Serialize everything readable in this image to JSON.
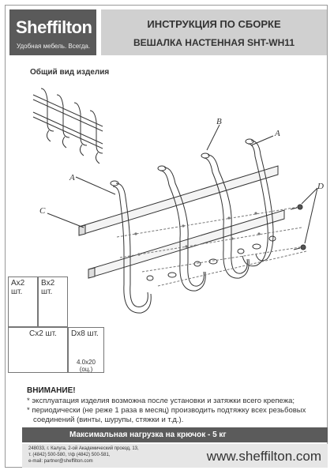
{
  "brand": {
    "name": "Sheffilton",
    "tagline": "Удобная мебель. Всегда."
  },
  "header": {
    "title": "ИНСТРУКЦИЯ ПО СБОРКЕ",
    "subtitle": "ВЕШАЛКА НАСТЕННАЯ SHT-WH11"
  },
  "section": {
    "general_view": "Общий вид изделия"
  },
  "callouts": {
    "a1": "A",
    "a2": "A",
    "b": "B",
    "c": "C",
    "d": "D"
  },
  "parts": {
    "a": "Ax2 шт.",
    "b": "Bx2 шт.",
    "c": "Cx2 шт.",
    "d": "Dx8 шт.",
    "d_size": "4.0x20",
    "d_note": "(оц.)"
  },
  "notice": {
    "title": "ВНИМАНИЕ!",
    "line1": "* эксплуатация изделия возможна после установки и затяжки всего крепежа;",
    "line2": "* периодически (не реже 1 раза в месяц) производить подтяжку всех резьбовых",
    "line3": "соединений (винты, шурупы, стяжки и т.д.)."
  },
  "load": {
    "text": "Максимальная нагрузка на крючок - 5 кг"
  },
  "footer": {
    "addr1": "248033, г. Калуга, 2-ой Академический проезд, 13,",
    "addr2": "т. (4842) 500-580, т/ф (4842) 500-581,",
    "addr3": "e-mail: partner@sheffilton.com",
    "site": "www.sheffilton.com"
  }
}
